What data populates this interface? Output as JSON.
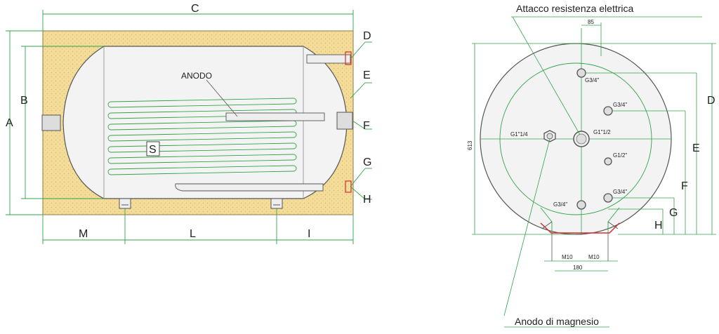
{
  "side_view": {
    "dims_top": "C",
    "dims_left": [
      "A",
      "B"
    ],
    "dims_right": [
      "D",
      "E",
      "F",
      "G",
      "H"
    ],
    "dims_bottom": [
      "M",
      "L",
      "I"
    ],
    "anode_label": "ANODO",
    "coil_label": "S"
  },
  "front_view": {
    "title_label": "Attacco resistenza elettrica",
    "bottom_label": "Anodo di magnesio",
    "dim_85": "85",
    "dim_613": "613",
    "dim_180": "180",
    "m10_left": "M10",
    "m10_right": "M10",
    "conn_top": "G3/4\"",
    "conn_upper_right": "G3/4\"",
    "conn_center": "G1\"1/2",
    "conn_left": "G1\"1/4",
    "conn_mid_right": "G1/2\"",
    "conn_lower_right": "G3/4\"",
    "conn_lower_left": "G3/4\"",
    "dims_right": [
      "D",
      "E",
      "F",
      "G",
      "H"
    ]
  },
  "colors": {
    "insulation": "#f4dc9a",
    "insulation_dots": "#d9b55c",
    "tank": "#f3f3f3",
    "dimension_line": "#2fa44a",
    "outline": "#555555",
    "flange_red": "#d23030"
  }
}
